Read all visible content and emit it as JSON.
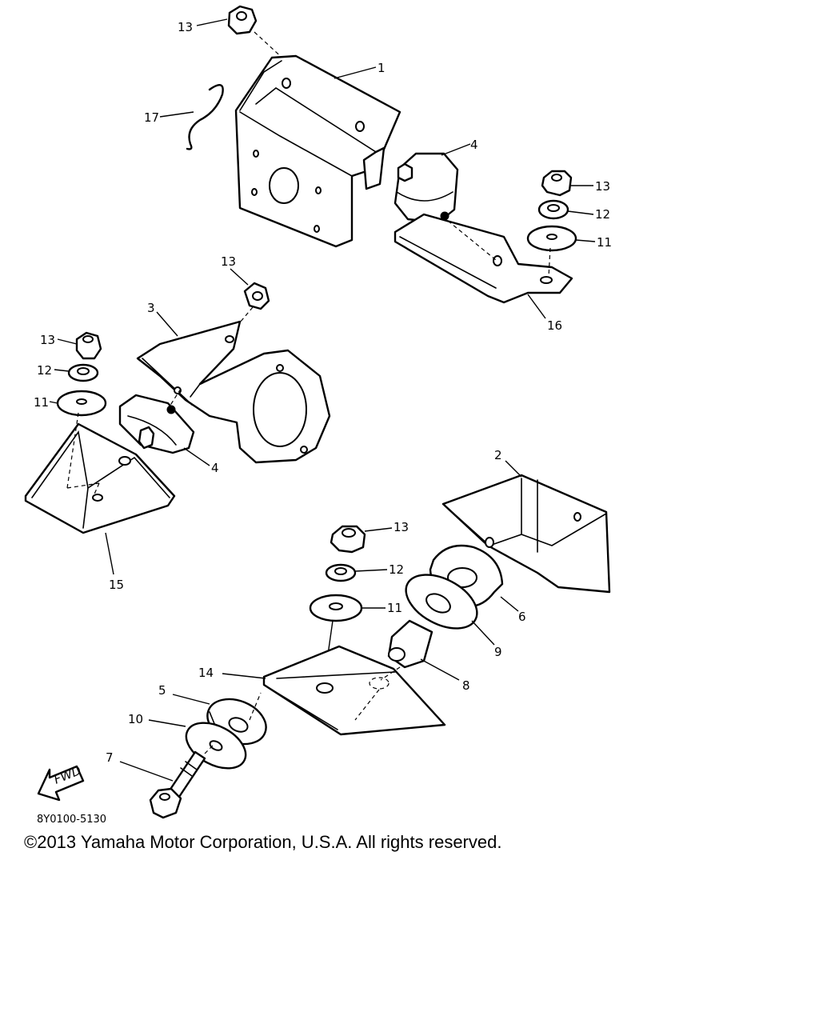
{
  "callouts": [
    "1",
    "2",
    "3",
    "4",
    "5",
    "6",
    "7",
    "8",
    "9",
    "10",
    "11",
    "12",
    "13",
    "14",
    "15",
    "16",
    "17"
  ],
  "diagram_code": "8Y0100-5130",
  "fwd_label": "FWD",
  "copyright": "©2013 Yamaha Motor Corporation, U.S.A. All rights reserved."
}
